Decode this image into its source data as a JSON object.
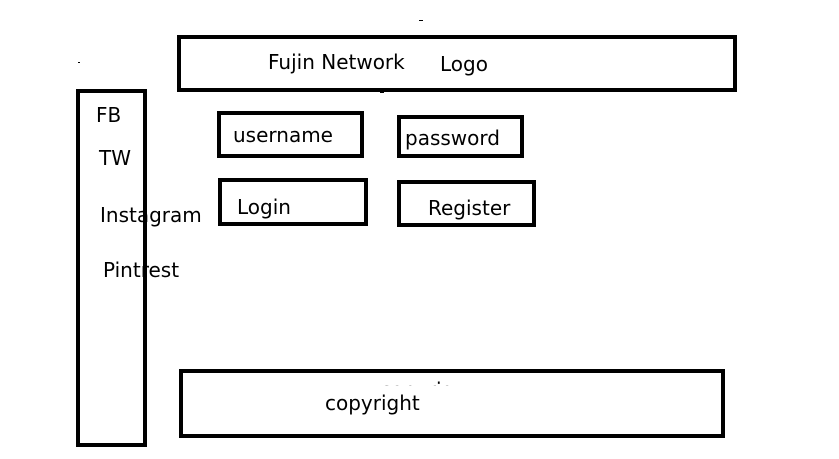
{
  "header": {
    "site_name": "Fujin Network",
    "logo_label": "Logo"
  },
  "sidebar": {
    "links": [
      "FB",
      "TW",
      "Instagram",
      "Pintrest"
    ]
  },
  "login_form": {
    "username_label": "username",
    "password_label": "password",
    "login_label": "Login",
    "register_label": "Register"
  },
  "footer": {
    "copyright_label": "copyright"
  }
}
